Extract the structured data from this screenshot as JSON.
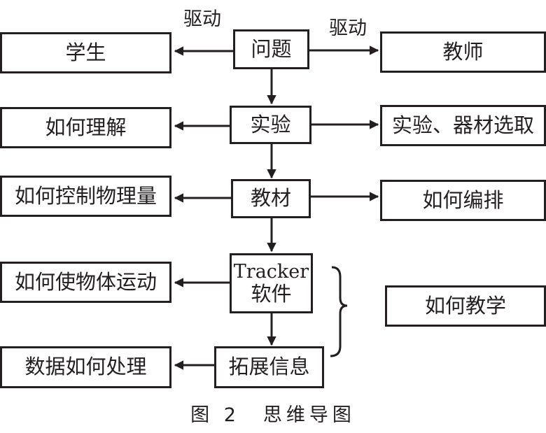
{
  "nodes": {
    "problem": "问题",
    "student": "学生",
    "teacher": "教师",
    "experiment": "实验",
    "understand": "如何理解",
    "equipment": "实验、器材选取",
    "textbook": "教材",
    "control": "如何控制物理量",
    "arrange": "如何编排",
    "tracker_line1": "Tracker",
    "tracker_line2": "软件",
    "motion": "如何使物体运动",
    "expand": "拓展信息",
    "dataproc": "数据如何处理",
    "teach": "如何教学"
  },
  "edge_labels": {
    "drive_left": "驱动",
    "drive_right": "驱动"
  },
  "caption": "图 2　思维导图",
  "colors": {
    "ink": "#231f20",
    "background": "#ffffff"
  }
}
